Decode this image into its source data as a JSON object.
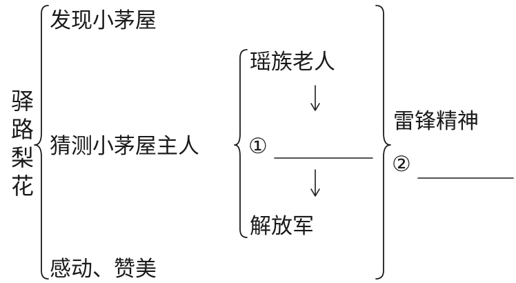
{
  "title_chars": [
    "驿",
    "路",
    "梨",
    "花"
  ],
  "branch_1": "发现小茅屋",
  "branch_2": "猜测小茅屋主人",
  "branch_3": "感动、赞美",
  "guess_1": "瑶族老人",
  "blank_1_marker": "①",
  "guess_3": "解放军",
  "spirit": "雷锋精神",
  "blank_2_marker": "②"
}
